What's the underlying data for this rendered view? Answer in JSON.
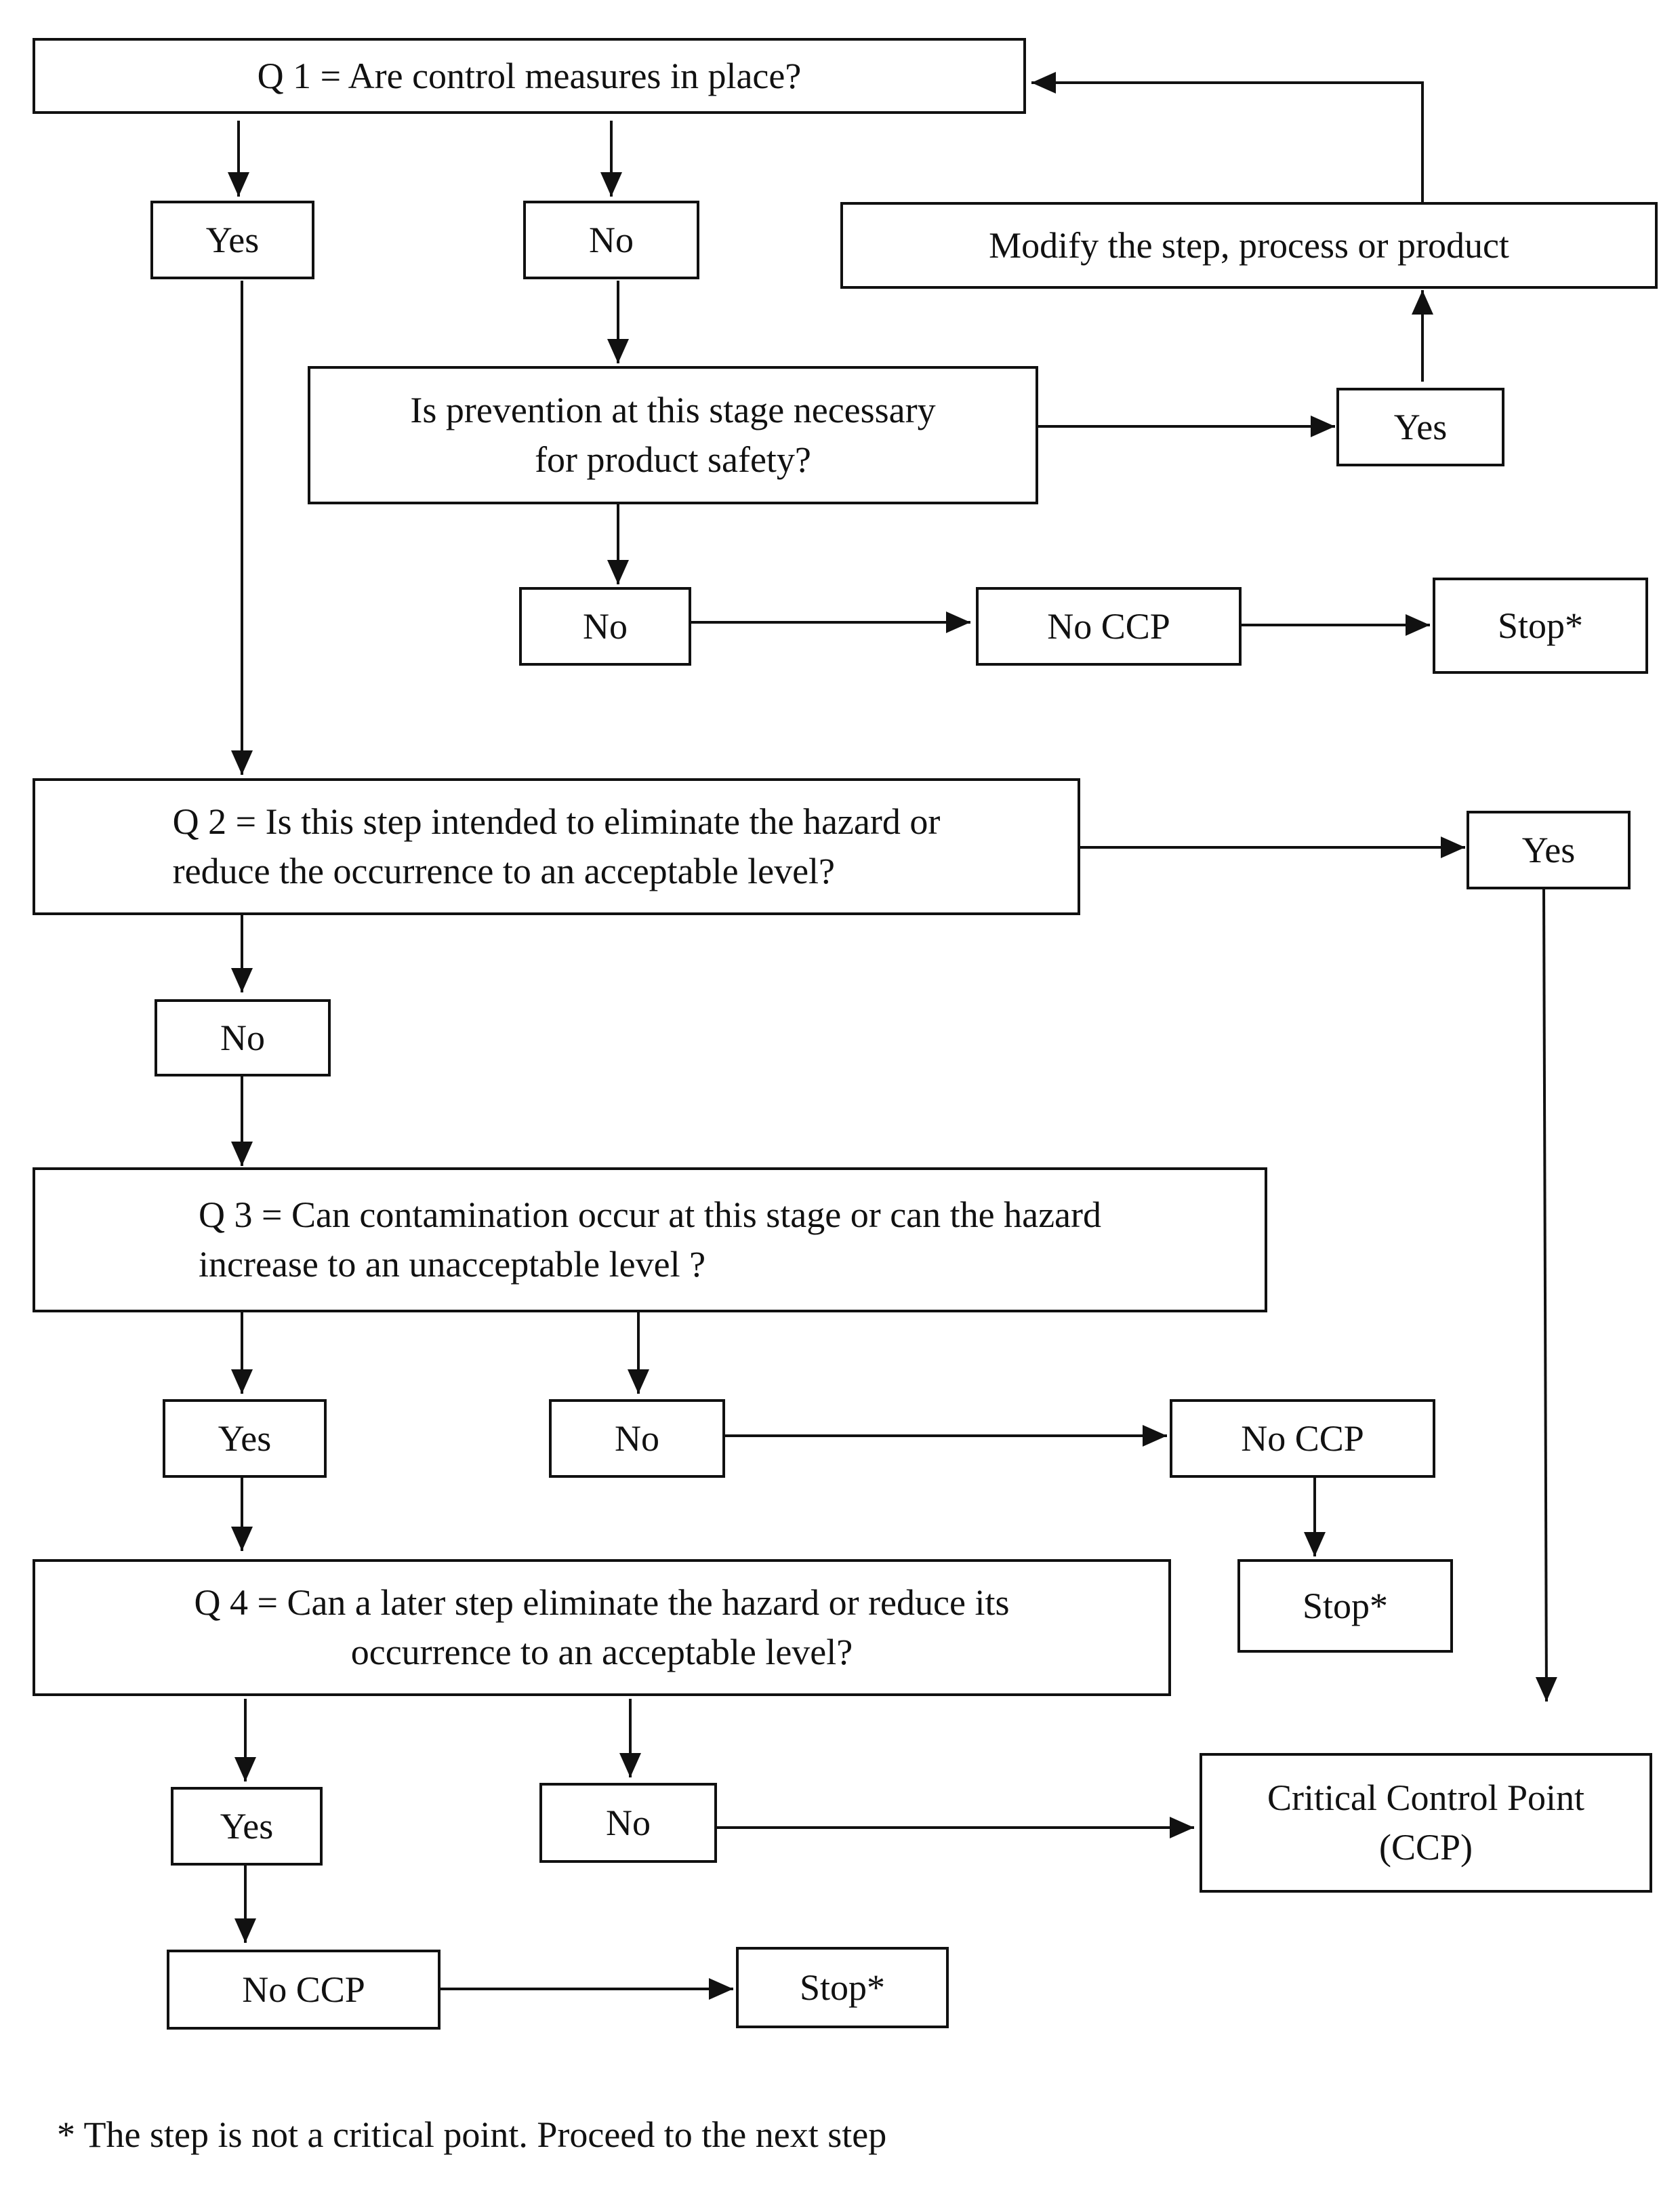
{
  "colors": {
    "line": "#111111",
    "background": "#ffffff"
  },
  "nodes": {
    "q1": "Q 1 = Are control measures in place?",
    "q1_yes": "Yes",
    "q1_no": "No",
    "modify": "Modify the step, process or product",
    "prevention": "Is prevention at this stage necessary\nfor product safety?",
    "prevention_yes": "Yes",
    "prevention_no": "No",
    "prevention_no_ccp": "No CCP",
    "prevention_stop": "Stop*",
    "q2": "Q 2 = Is this step intended to eliminate the hazard or\n        reduce the occurrence to an acceptable level?",
    "q2_yes": "Yes",
    "q2_no": "No",
    "q3": "Q 3 =  Can contamination occur at this stage or can the hazard\n             increase to an unacceptable level ?",
    "q3_yes": "Yes",
    "q3_no": "No",
    "q3_no_ccp": "No CCP",
    "q3_stop": "Stop*",
    "q4": "Q 4 = Can a later step eliminate the hazard or reduce its\noccurrence to an acceptable level?",
    "q4_yes": "Yes",
    "q4_no": "No",
    "q4_no_ccp": "No CCP",
    "q4_stop": "Stop*",
    "ccp": "Critical Control Point\n(CCP)"
  },
  "footnote": "* The step is not a critical point. Proceed to the next step"
}
